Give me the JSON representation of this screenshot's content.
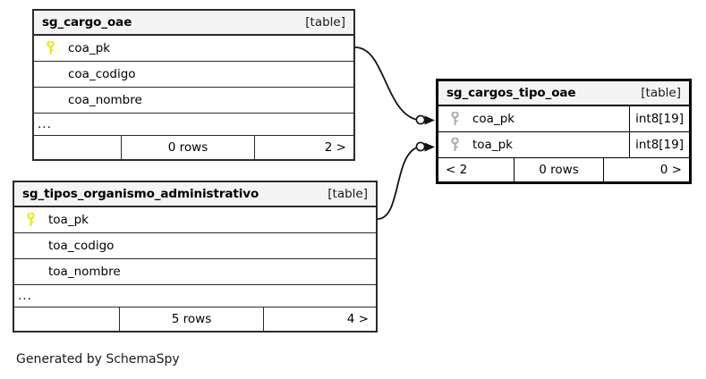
{
  "diagram": {
    "caption": "Generated by SchemaSpy",
    "kind_label": "[table]",
    "key_icon": "key-icon",
    "ellipsis": "...",
    "colors": {
      "primary_key": "#e8e800",
      "foreign_key_in_focal": "#a9a9a9",
      "border": "#2b2b2b",
      "focal_border": "#000000",
      "header_bg": "#f4f4f4",
      "page_bg": "#ffffff"
    }
  },
  "tables": [
    {
      "id": "sg_cargo_oae",
      "name": "sg_cargo_oae",
      "kind": "[table]",
      "focal": false,
      "columns": [
        {
          "name": "coa_pk",
          "key": "primary",
          "type": ""
        },
        {
          "name": "coa_codigo",
          "key": "none",
          "type": ""
        },
        {
          "name": "coa_nombre",
          "key": "none",
          "type": ""
        }
      ],
      "has_ellipsis": true,
      "footer": {
        "left": "",
        "middle": "0 rows",
        "right": "2 >"
      }
    },
    {
      "id": "sg_tipos_organismo_administrativo",
      "name": "sg_tipos_organismo_administrativo",
      "kind": "[table]",
      "focal": false,
      "columns": [
        {
          "name": "toa_pk",
          "key": "primary",
          "type": ""
        },
        {
          "name": "toa_codigo",
          "key": "none",
          "type": ""
        },
        {
          "name": "toa_nombre",
          "key": "none",
          "type": ""
        }
      ],
      "has_ellipsis": true,
      "footer": {
        "left": "",
        "middle": "5 rows",
        "right": "4 >"
      }
    },
    {
      "id": "sg_cargos_tipo_oae",
      "name": "sg_cargos_tipo_oae",
      "kind": "[table]",
      "focal": true,
      "columns": [
        {
          "name": "coa_pk",
          "key": "foreign",
          "type": "int8[19]"
        },
        {
          "name": "toa_pk",
          "key": "foreign",
          "type": "int8[19]"
        }
      ],
      "has_ellipsis": false,
      "footer": {
        "left": "< 2",
        "middle": "0 rows",
        "right": "0 >"
      }
    }
  ],
  "relationships": [
    {
      "from_table": "sg_cargo_oae",
      "from_column": "coa_pk",
      "to_table": "sg_cargos_tipo_oae",
      "to_column": "coa_pk"
    },
    {
      "from_table": "sg_tipos_organismo_administrativo",
      "from_column": "toa_pk",
      "to_table": "sg_cargos_tipo_oae",
      "to_column": "toa_pk"
    }
  ]
}
